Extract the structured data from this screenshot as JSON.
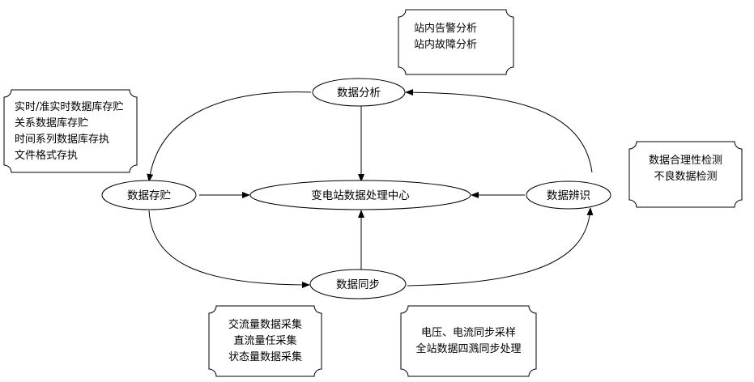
{
  "nodes": {
    "center": "变电站数据处理中心",
    "analysis": "数据分析",
    "storage": "数据存贮",
    "identify": "数据辨识",
    "sync": "数据同步"
  },
  "notes": {
    "analysis": [
      "站内告警分析",
      "站内故障分析"
    ],
    "storage": [
      "实时/准实时数据库存贮",
      "关系数据库存贮",
      "时间系列数据库存执",
      "文件格式存执"
    ],
    "identify": [
      "数据合理性检测",
      "不良数据检测"
    ],
    "sync_left": [
      "交流量数据采集",
      "直流量任采集",
      "状态量数据采集"
    ],
    "sync_right": [
      "电压、电流同步采样",
      "全站数据四溅同步处理"
    ]
  },
  "colors": {
    "stroke": "#000000",
    "background": "#ffffff"
  }
}
